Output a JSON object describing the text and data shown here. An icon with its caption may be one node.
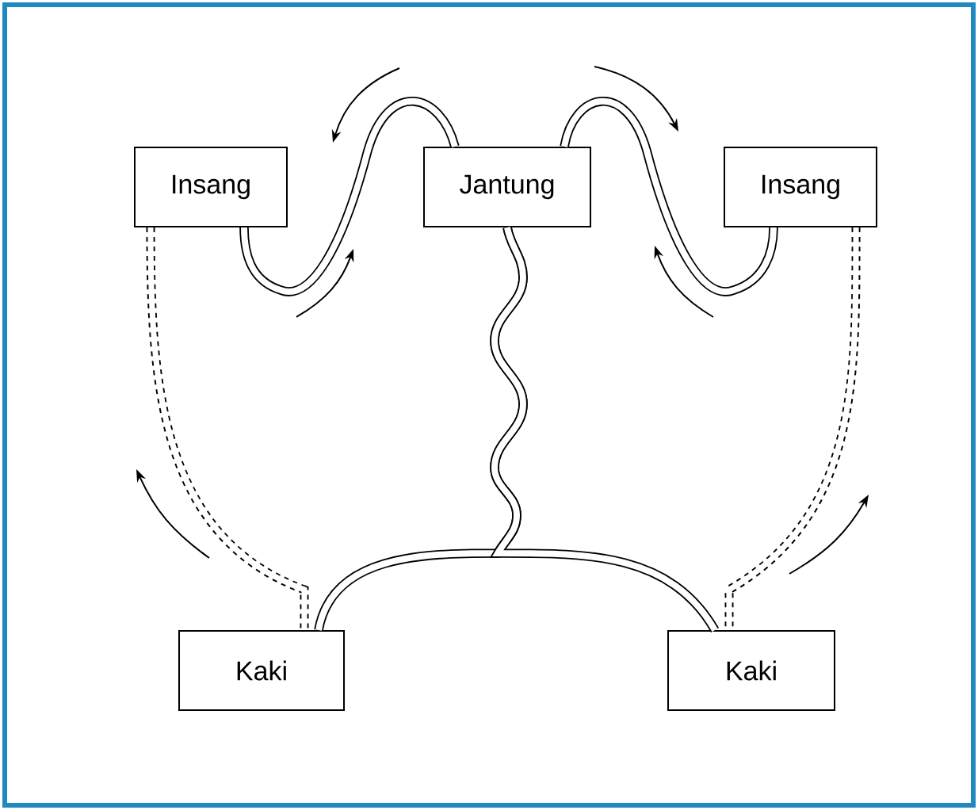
{
  "diagram": {
    "nodes": [
      {
        "text": [
          "Insang"
        ]
      },
      {
        "text": [
          "Jantung"
        ]
      },
      {
        "text": [
          "Insang"
        ]
      },
      {
        "text": [
          "Kaki"
        ]
      },
      {
        "text": [
          "Kaki"
        ]
      }
    ],
    "edges": [
      {
        "from": 1,
        "to": 0,
        "arrow": "none"
      },
      {
        "from": 1,
        "to": 2,
        "arrow": "none"
      },
      {
        "from": 1,
        "to": 3,
        "arrow": "none"
      },
      {
        "from": 1,
        "to": 4,
        "arrow": "none"
      },
      {
        "from": 0,
        "to": 3,
        "arrow": "none",
        "style": "dashed"
      },
      {
        "from": 2,
        "to": 4,
        "arrow": "none",
        "style": "dashed"
      }
    ]
  }
}
